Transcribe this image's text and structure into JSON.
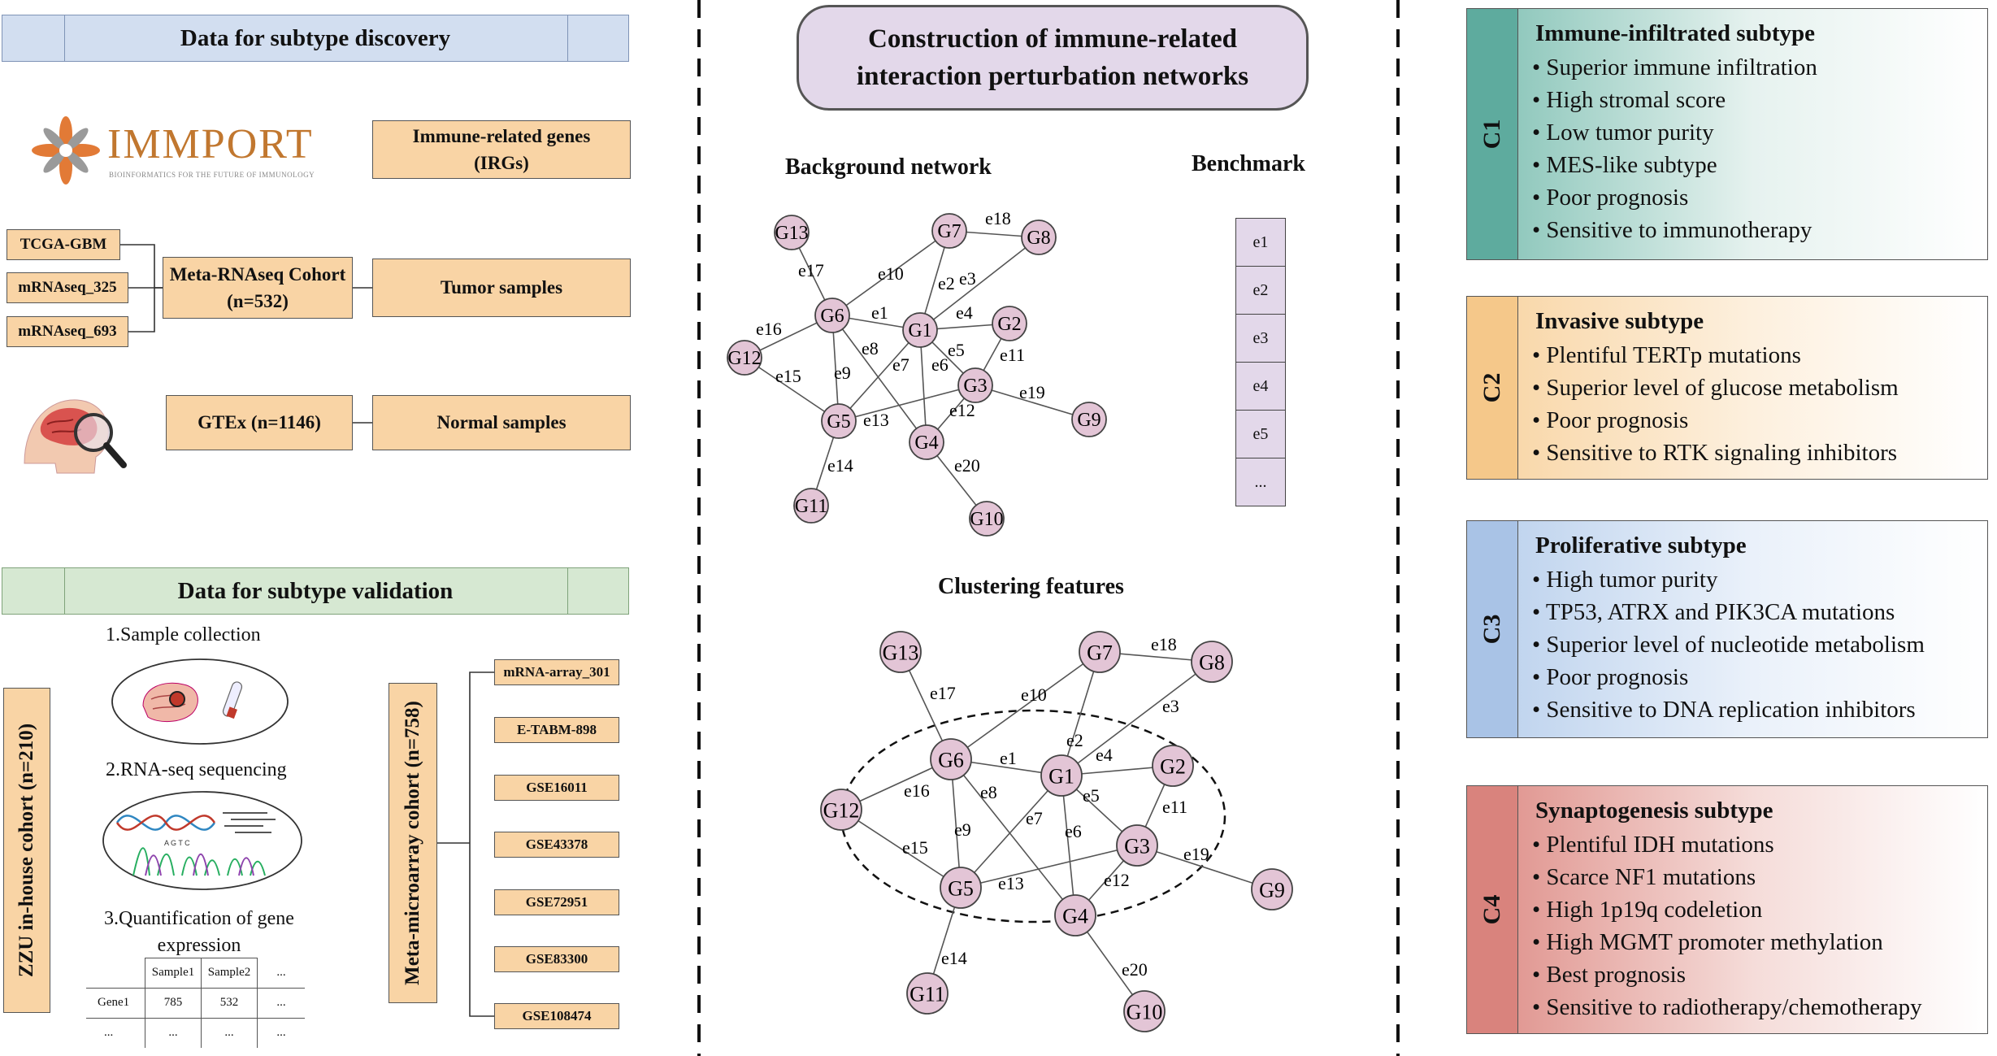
{
  "discovery": {
    "header": "Data for subtype discovery",
    "immport_logo": "IMMPORT",
    "immport_tagline": "BIOINFORMATICS FOR THE FUTURE OF IMMUNOLOGY",
    "irgs_box": "Immune-related genes (IRGs)",
    "datasets": [
      "TCGA-GBM",
      "mRNAseq_325",
      "mRNAseq_693"
    ],
    "meta_box": "Meta-RNAseq Cohort (n=532)",
    "tumor_box": "Tumor samples",
    "gtex_box": "GTEx (n=1146)",
    "normal_box": "Normal samples"
  },
  "validation": {
    "header": "Data for subtype  validation",
    "inhouse_label": "ZZU in-house cohort (n=210)",
    "step1": "1.Sample collection",
    "step2": "2.RNA-seq sequencing",
    "step3": "3.Quantification of gene expression",
    "table": {
      "headers": [
        "",
        "Sample1",
        "Sample2",
        "..."
      ],
      "rows": [
        [
          "Gene1",
          "785",
          "532",
          "..."
        ],
        [
          "...",
          "...",
          "...",
          "..."
        ]
      ]
    },
    "seq_letters": "A G T C",
    "meta_array_label": "Meta-microarray cohort (n=758)",
    "arrays": [
      "mRNA-array_301",
      "E-TABM-898",
      "GSE16011",
      "GSE43378",
      "GSE72951",
      "GSE83300",
      "GSE108474"
    ]
  },
  "network": {
    "title": "Construction of  immune-related interaction perturbation networks",
    "background_label": "Background network",
    "benchmark_label": "Benchmark",
    "benchmark_items": [
      "e1",
      "e2",
      "e3",
      "e4",
      "e5",
      "..."
    ],
    "clustering_label": "Clustering features",
    "nodes": [
      "G1",
      "G2",
      "G3",
      "G4",
      "G5",
      "G6",
      "G7",
      "G8",
      "G9",
      "G10",
      "G11",
      "G12",
      "G13"
    ],
    "edges": [
      "e1",
      "e2",
      "e3",
      "e4",
      "e5",
      "e6",
      "e7",
      "e8",
      "e9",
      "e10",
      "e11",
      "e12",
      "e13",
      "e14",
      "e15",
      "e16",
      "e17",
      "e18",
      "e19",
      "e20"
    ]
  },
  "subtypes": [
    {
      "label": "C1",
      "title": "Immune-infiltrated subtype",
      "color": "#5eab9e",
      "items": [
        "Superior immune infiltration",
        "High stromal score",
        "Low tumor purity",
        "MES-like subtype",
        "Poor prognosis",
        "Sensitive to immunotherapy"
      ]
    },
    {
      "label": "C2",
      "title": "Invasive subtype",
      "color": "#f5c88a",
      "items": [
        "Plentiful TERTp mutations",
        "Superior level of glucose metabolism",
        "Poor prognosis",
        "Sensitive to RTK signaling inhibitors"
      ]
    },
    {
      "label": "C3",
      "title": "Proliferative subtype",
      "color": "#a9c3e6",
      "items": [
        "High tumor purity",
        "TP53, ATRX and PIK3CA mutations",
        "Superior level of nucleotide metabolism",
        "Poor prognosis",
        "Sensitive to DNA replication inhibitors"
      ]
    },
    {
      "label": "C4",
      "title": "Synaptogenesis subtype",
      "color": "#d9837d",
      "items": [
        "Plentiful IDH mutations",
        "Scarce NF1 mutations",
        "High 1p19q codeletion",
        "High MGMT promoter methylation",
        "Best prognosis",
        "Sensitive to radiotherapy/chemotherapy"
      ]
    }
  ],
  "colors": {
    "node_fill": "#e3c5d6",
    "orange_box": "#f9d4a5",
    "blue_header": "#d2def0",
    "green_header": "#d6e8d2",
    "title_box": "#e3d8ea"
  }
}
